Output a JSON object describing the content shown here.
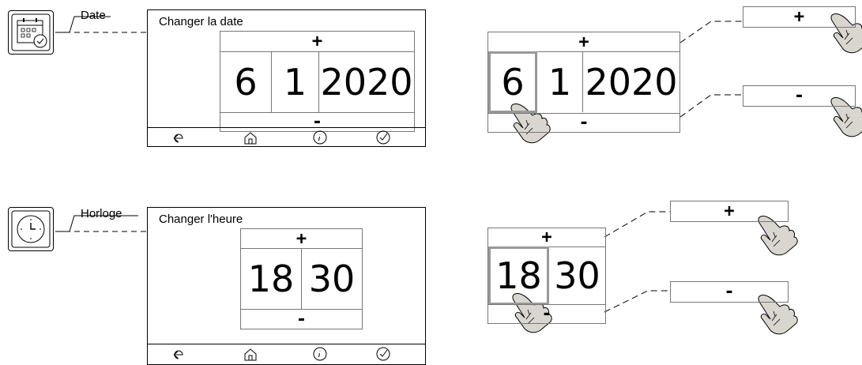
{
  "date_section": {
    "label": "Date",
    "screen_title": "Changer la date",
    "plus": "+",
    "minus": "-",
    "values": [
      "6",
      "1",
      "2020"
    ]
  },
  "time_section": {
    "label": "Horloge",
    "screen_title": "Changer l'heure",
    "plus": "+",
    "minus": "-",
    "values": [
      "18",
      "30"
    ]
  },
  "nav_icons": [
    "back-icon",
    "home-icon",
    "info-icon",
    "check-icon"
  ],
  "highlight_color": "#999999"
}
